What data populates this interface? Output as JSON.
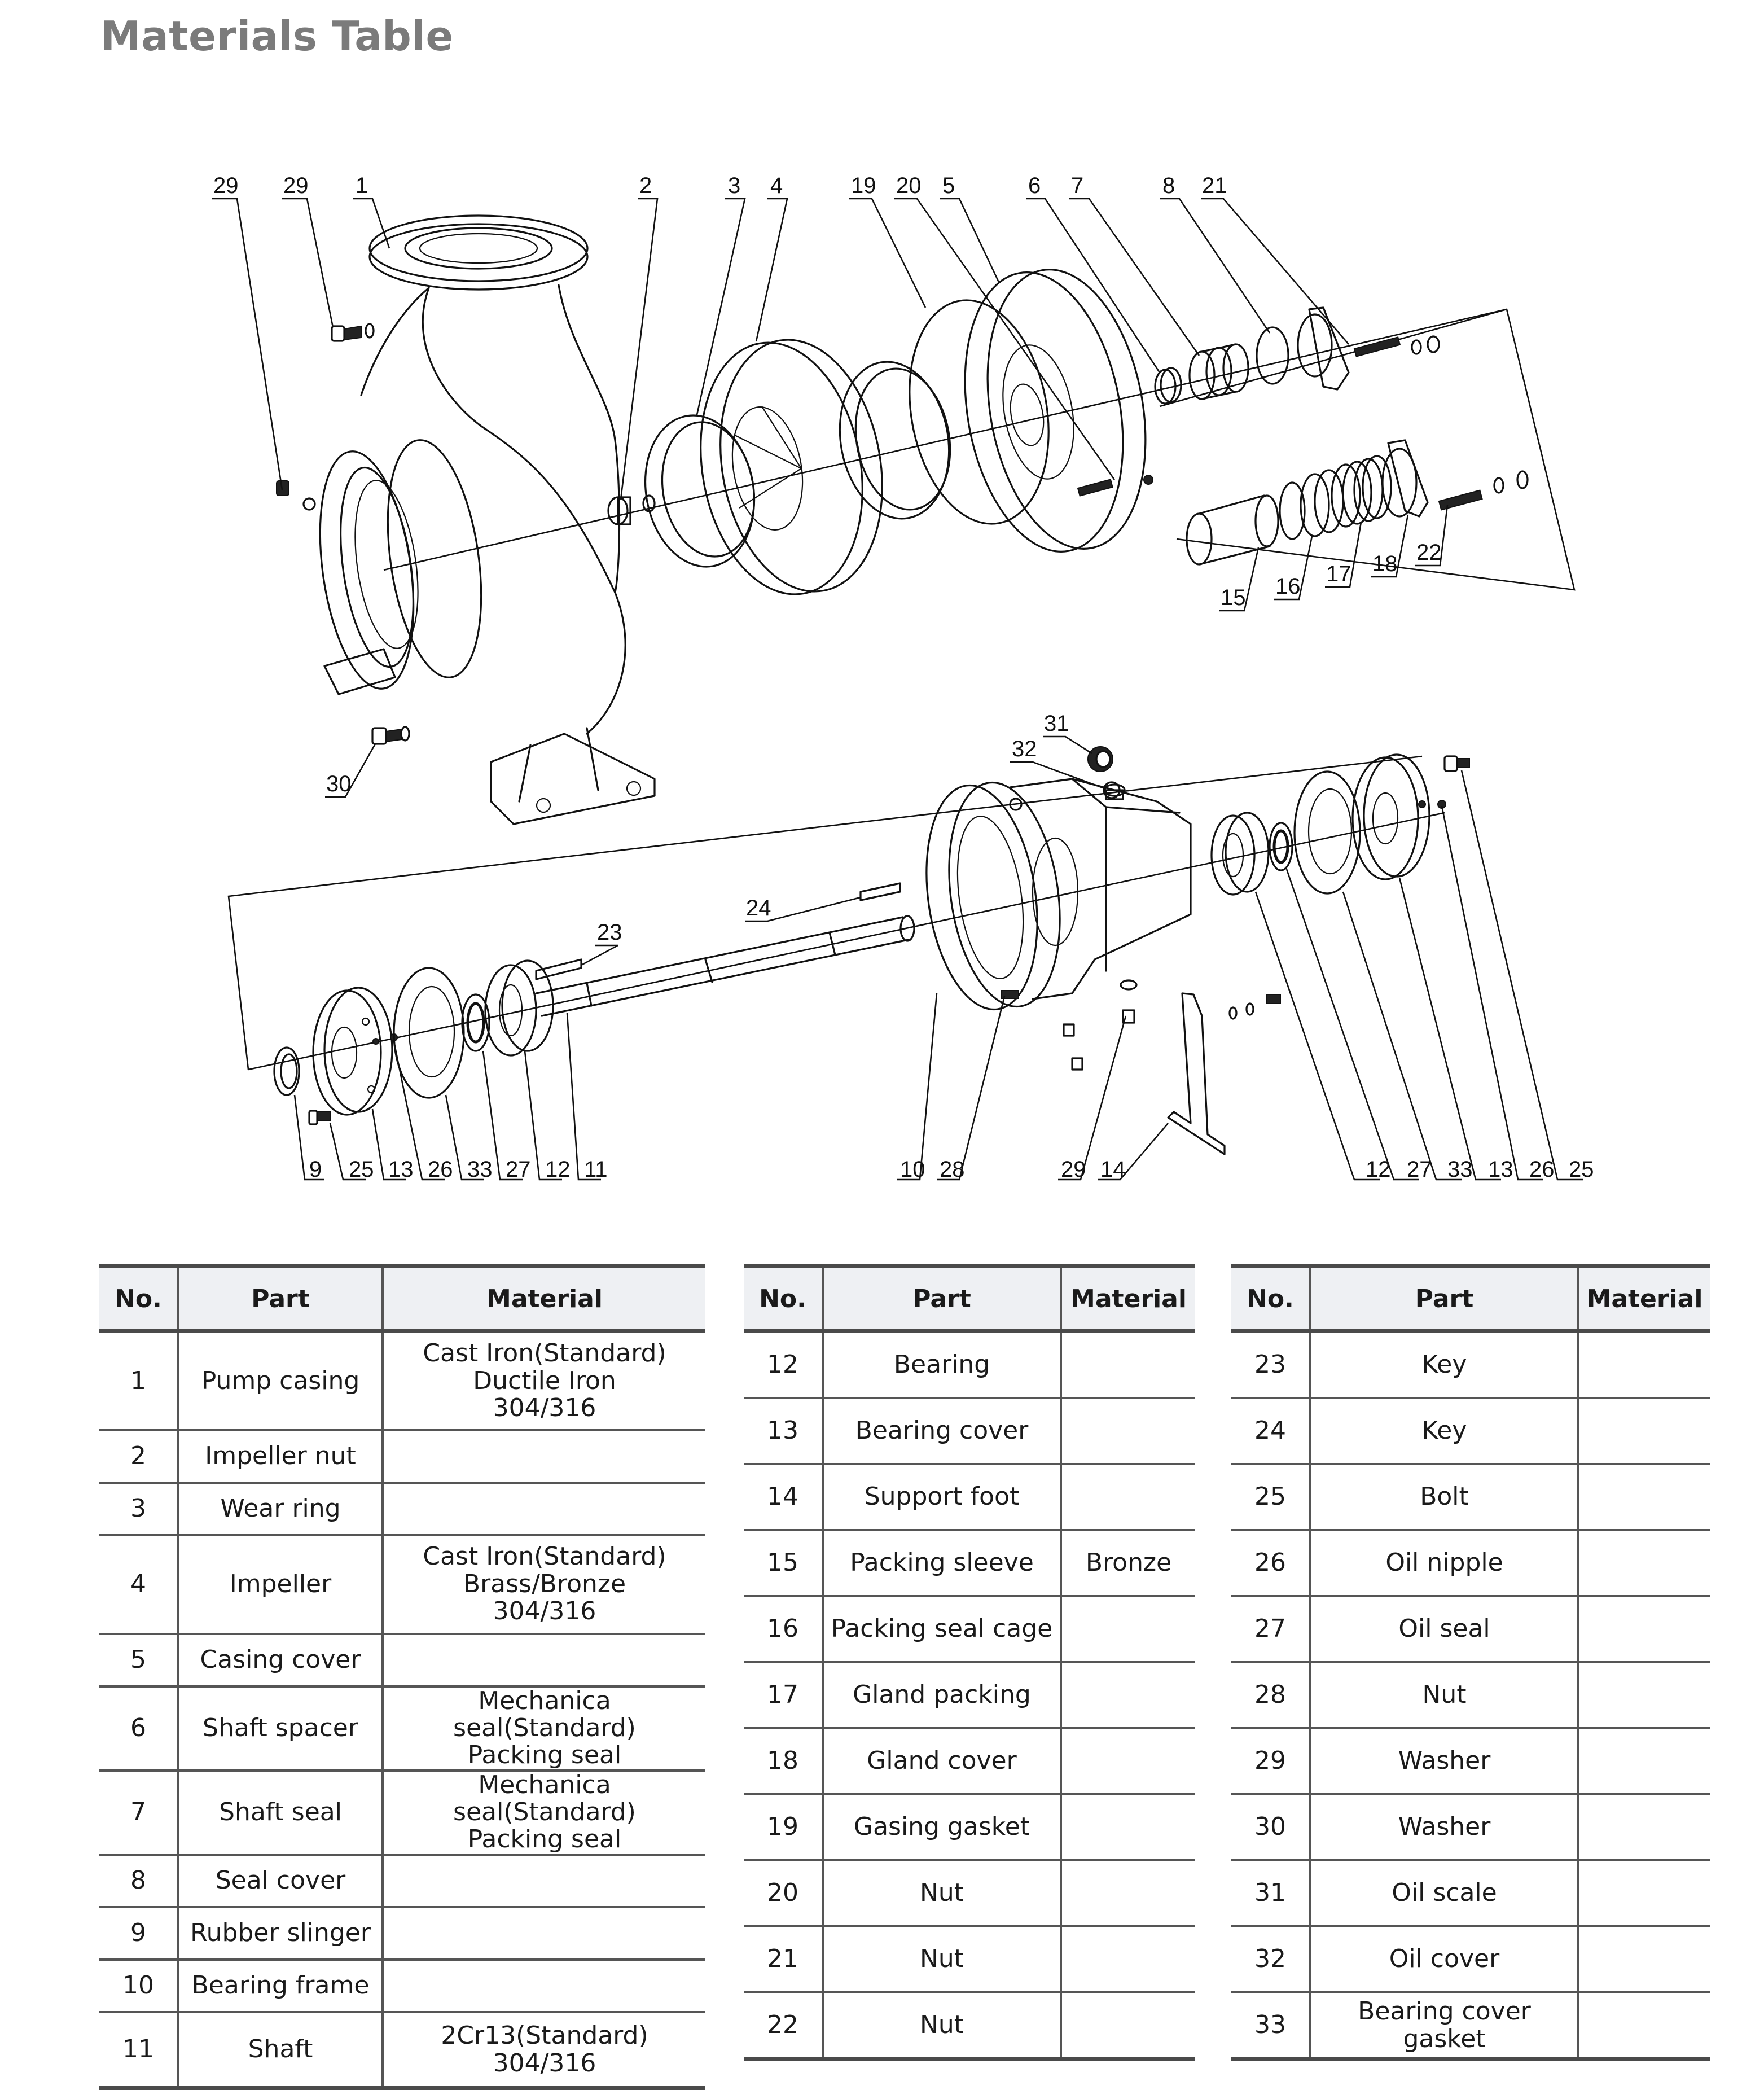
{
  "title": "Materials Table",
  "diagram": {
    "callouts": {
      "top": [
        "29",
        "29",
        "1",
        "2",
        "3",
        "4",
        "19",
        "20",
        "5",
        "6",
        "7",
        "8",
        "21"
      ],
      "middle": [
        "15",
        "16",
        "17",
        "18",
        "22",
        "30",
        "31",
        "32",
        "24",
        "23"
      ],
      "bottom": [
        "9",
        "25",
        "13",
        "26",
        "33",
        "27",
        "12",
        "11",
        "10",
        "28",
        "29",
        "14",
        "12",
        "27",
        "33",
        "13",
        "26",
        "25"
      ]
    }
  },
  "tables": [
    {
      "headers": [
        "No.",
        "Part",
        "Material"
      ],
      "rows": [
        {
          "no": "1",
          "part": "Pump casing",
          "material": "Cast Iron(Standard)\nDuctile Iron\n304/316"
        },
        {
          "no": "2",
          "part": "Impeller nut",
          "material": ""
        },
        {
          "no": "3",
          "part": "Wear ring",
          "material": ""
        },
        {
          "no": "4",
          "part": "Impeller",
          "material": "Cast Iron(Standard)\nBrass/Bronze\n304/316"
        },
        {
          "no": "5",
          "part": "Casing cover",
          "material": ""
        },
        {
          "no": "6",
          "part": "Shaft spacer",
          "material": "Mechanica seal(Standard)\nPacking seal"
        },
        {
          "no": "7",
          "part": "Shaft seal",
          "material": "Mechanica seal(Standard)\nPacking seal"
        },
        {
          "no": "8",
          "part": "Seal cover",
          "material": ""
        },
        {
          "no": "9",
          "part": "Rubber slinger",
          "material": ""
        },
        {
          "no": "10",
          "part": "Bearing frame",
          "material": ""
        },
        {
          "no": "11",
          "part": "Shaft",
          "material": "2Cr13(Standard)\n304/316"
        }
      ]
    },
    {
      "headers": [
        "No.",
        "Part",
        "Material"
      ],
      "rows": [
        {
          "no": "12",
          "part": "Bearing",
          "material": ""
        },
        {
          "no": "13",
          "part": "Bearing cover",
          "material": ""
        },
        {
          "no": "14",
          "part": "Support foot",
          "material": ""
        },
        {
          "no": "15",
          "part": "Packing sleeve",
          "material": "Bronze"
        },
        {
          "no": "16",
          "part": "Packing seal cage",
          "material": ""
        },
        {
          "no": "17",
          "part": "Gland packing",
          "material": ""
        },
        {
          "no": "18",
          "part": "Gland cover",
          "material": ""
        },
        {
          "no": "19",
          "part": "Gasing gasket",
          "material": ""
        },
        {
          "no": "20",
          "part": "Nut",
          "material": ""
        },
        {
          "no": "21",
          "part": "Nut",
          "material": ""
        },
        {
          "no": "22",
          "part": "Nut",
          "material": ""
        }
      ]
    },
    {
      "headers": [
        "No.",
        "Part",
        "Material"
      ],
      "rows": [
        {
          "no": "23",
          "part": "Key",
          "material": ""
        },
        {
          "no": "24",
          "part": "Key",
          "material": ""
        },
        {
          "no": "25",
          "part": "Bolt",
          "material": ""
        },
        {
          "no": "26",
          "part": "Oil nipple",
          "material": ""
        },
        {
          "no": "27",
          "part": "Oil seal",
          "material": ""
        },
        {
          "no": "28",
          "part": "Nut",
          "material": ""
        },
        {
          "no": "29",
          "part": "Washer",
          "material": ""
        },
        {
          "no": "30",
          "part": "Washer",
          "material": ""
        },
        {
          "no": "31",
          "part": "Oil scale",
          "material": ""
        },
        {
          "no": "32",
          "part": "Oil cover",
          "material": ""
        },
        {
          "no": "33",
          "part": "Bearing cover gasket",
          "material": ""
        }
      ]
    }
  ]
}
